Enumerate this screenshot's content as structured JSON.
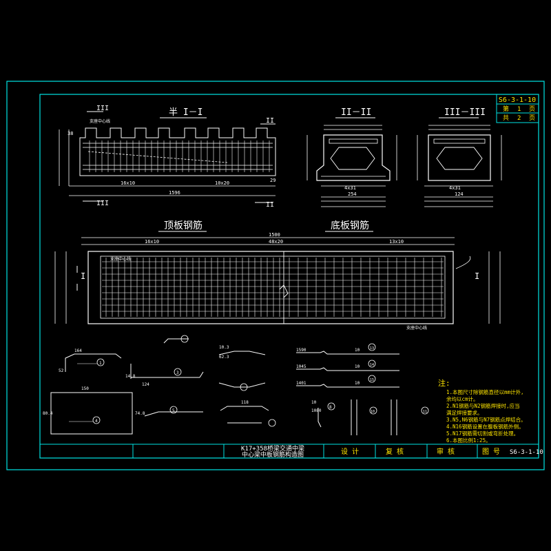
{
  "drawing": {
    "sheet_number": "S6-3-1-10",
    "sheet_label": "第",
    "sheet_index": "1",
    "sheet_unit": "页",
    "total_label": "共",
    "total_pages": "2",
    "section_half_1": "半 I－I",
    "section_2": "II－II",
    "section_3": "III－III",
    "top_rebar_title": "顶板钢筋",
    "bottom_rebar_title": "底板钢筋",
    "marker_I": "I",
    "marker_II": "II",
    "marker_III": "III",
    "dim_total_length": "1596",
    "dim_span_left": "16x10",
    "dim_span_right": "10x20",
    "dim_top_left": "38",
    "dim_top_right": "29",
    "dim_main_top": "1500",
    "dim_main_left": "16x10",
    "dim_main_mid": "48x20",
    "dim_main_right": "13x10",
    "dim_sec2_bottom": "254",
    "dim_sec2_inner": "4x31",
    "dim_sec3_bottom": "124",
    "dim_sec3_inner": "4x31",
    "support_label": "支座中心线",
    "bar_lengths": [
      "10",
      "1080",
      "10",
      "1045",
      "10",
      "1401",
      "10",
      "1590",
      "10",
      "118"
    ],
    "bar_dims_misc": [
      "164",
      "52",
      "124",
      "14.8",
      "10.3",
      "62.3",
      "74.8",
      "80.4"
    ],
    "notes_title": "注:",
    "notes": [
      "1.本图尺寸除钢筋直径以mm计外,",
      "  余均以cm计。",
      "2.N1钢筋与N2钢筋焊接时,应当",
      "  满足焊接要求。",
      "3.N5,N6钢筋与N7钢筋点焊结合。",
      "4.N16钢筋设置在腹板钢筋外侧。",
      "5.N17钢筋需切割或弯折处理。",
      "6.本图比例1:25。"
    ],
    "title_block": {
      "project_line1": "K17+358桥梁交通中梁",
      "project_line2": "中心梁中板钢筋构造图",
      "design_label": "设 计",
      "review_label": "复 核",
      "approve_label": "审 核",
      "drawing_no_label": "图 号",
      "drawing_no": "S6-3-1-10"
    },
    "colors": {
      "frame": "#00e5e5",
      "lines": "#ffffff",
      "notes": "#ffe600",
      "dims": "#6cf36c",
      "background": "#000000"
    }
  }
}
